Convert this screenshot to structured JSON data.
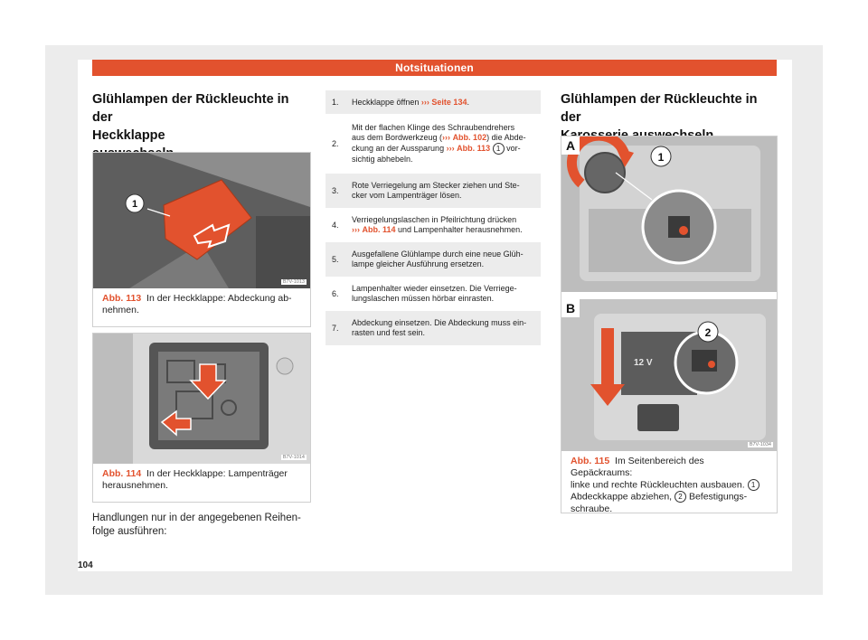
{
  "header": {
    "title": "Notsituationen"
  },
  "left": {
    "heading": [
      "Glühlampen der Rückleuchte in der",
      "Heckklappe",
      "auswechseln"
    ],
    "fig113": {
      "code": "B7V-1013",
      "callout": "1",
      "label": "Abb. 113",
      "caption": "In der Heckklappe: Abdeckung ab-",
      "caption2": "nehmen."
    },
    "fig114": {
      "code": "B7V-1014",
      "label": "Abb. 114",
      "caption": "In der Heckklappe: Lampenträger",
      "caption2": "herausnehmen."
    },
    "intro": [
      "Handlungen nur in der angegebenen Reihen-",
      "folge ausführen:"
    ]
  },
  "steps": [
    {
      "n": "1.",
      "lines": [
        "Heckklappe öffnen"
      ],
      "arrow": "›››",
      "ref": "Seite 134",
      "tail": "."
    },
    {
      "n": "2.",
      "lines": [
        "Mit der flachen Klinge des Schraubendrehers",
        "aus dem Bordwerkzeug ("
      ],
      "arrow": "›››",
      "ref": "Abb. 102",
      "mid": ") die Abde-",
      "line3": "ckung an der Aussparung",
      "arrow2": "›››",
      "ref2": "Abb. 113",
      "badge": "1",
      "line3tail": "vor-",
      "line4": "sichtig abhebeln."
    },
    {
      "n": "3.",
      "lines": [
        "Rote Verriegelung am Stecker ziehen und Ste-",
        "cker vom Lampenträger lösen."
      ]
    },
    {
      "n": "4.",
      "lines": [
        "Verriegelungslaschen in Pfeilrichtung drücken"
      ],
      "arrow": "›››",
      "ref": "Abb. 114",
      "tail": " und Lampenhalter herausnehmen."
    },
    {
      "n": "5.",
      "lines": [
        "Ausgefallene Glühlampe durch eine neue Glüh-",
        "lampe gleicher Ausführung ersetzen."
      ]
    },
    {
      "n": "6.",
      "lines": [
        "Lampenhalter wieder einsetzen. Die Verriege-",
        "lungslaschen müssen hörbar einrasten."
      ]
    },
    {
      "n": "7.",
      "lines": [
        "Abdeckung einsetzen. Die Abdeckung muss ein-",
        "rasten und fest sein."
      ]
    }
  ],
  "right": {
    "heading": [
      "Glühlampen der Rückleuchte in der",
      "Karosserie auswechseln"
    ],
    "fig115": {
      "code": "B7V-1034",
      "panelA": "A",
      "panelB": "B",
      "callout1": "1",
      "callout2": "2",
      "volt": "12 V",
      "label": "Abb. 115",
      "caption": "Im Seitenbereich des Gepäckraums:",
      "line2": "linke und rechte Rückleuchten ausbauen.",
      "badge1": "1",
      "line3": "Abdeckkappe abziehen,",
      "badge2": "2",
      "line3b": "Befestigungs-",
      "line4": "schraube."
    }
  },
  "page_number": "104"
}
